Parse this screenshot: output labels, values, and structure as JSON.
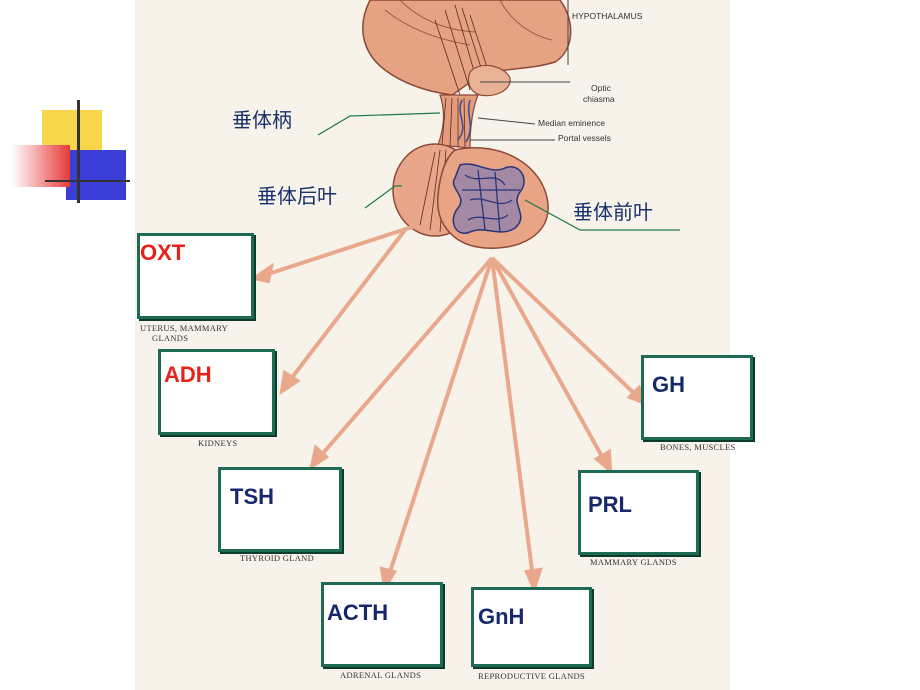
{
  "anatomy_labels": {
    "hypothalamus": "HYPOTHALAMUS",
    "optic_chiasma_line1": "Optic",
    "optic_chiasma_line2": "chiasma",
    "median_eminence": "Median eminence",
    "portal_vessels": "Portal vessels"
  },
  "chinese_labels": {
    "stalk": "垂体柄",
    "posterior": "垂体后叶",
    "anterior": "垂体前叶"
  },
  "hormones": {
    "oxt": "OXT",
    "adh": "ADH",
    "tsh": "TSH",
    "acth": "ACTH",
    "gnh": "GnH",
    "prl": "PRL",
    "gh": "GH"
  },
  "targets": {
    "uterus_line1": "UTERUS, MAMMARY",
    "uterus_line2": "GLANDS",
    "kidneys": "KIDNEYS",
    "thyroid": "THYROID GLAND",
    "adrenal": "ADRENAL GLANDS",
    "reproductive": "REPRODUCTIVE GLANDS",
    "mammary": "MAMMARY GLANDS",
    "bones": "BONES, MUSCLES"
  },
  "colors": {
    "posterior_hormone": "#e8211a",
    "anterior_hormone": "#16286b",
    "box_border": "#1e6b55",
    "arrow": "#e9a88c",
    "gland": "#e8a084",
    "vessels": "#3c4f9c",
    "label_line": "#1c7a4a"
  }
}
